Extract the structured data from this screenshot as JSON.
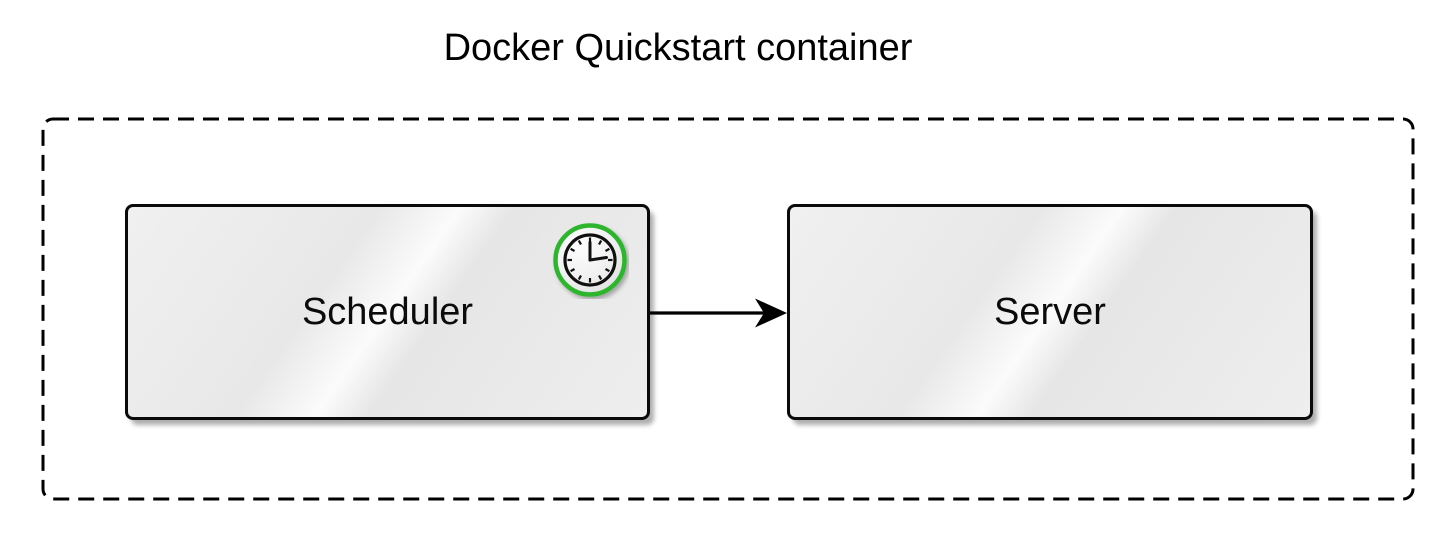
{
  "title": "Docker Quickstart container",
  "boundary": {
    "name": "quickstart-container-boundary",
    "style": "dashed"
  },
  "nodes": [
    {
      "id": "scheduler",
      "label": "Scheduler",
      "icon": "clock-icon"
    },
    {
      "id": "server",
      "label": "Server"
    }
  ],
  "edges": [
    {
      "from": "Scheduler",
      "to": "Server",
      "type": "solid-arrow"
    }
  ],
  "colors": {
    "accent_green": "#2db52d",
    "node_fill": "#ececec",
    "line": "#000000",
    "background": "#ffffff"
  }
}
